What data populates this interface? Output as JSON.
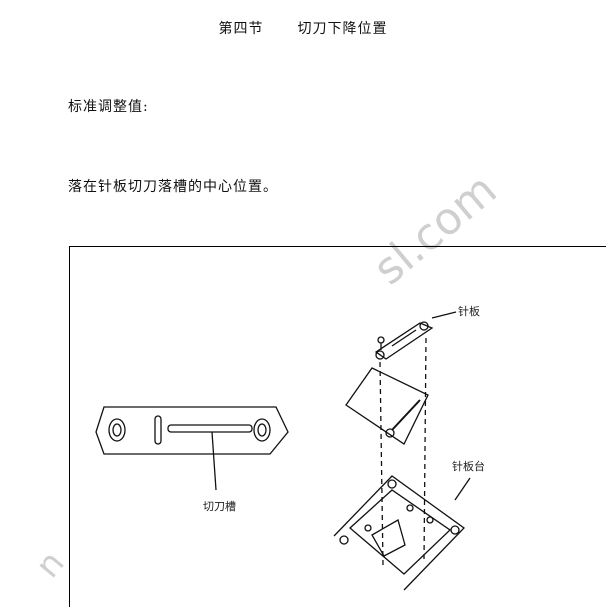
{
  "header": {
    "section": "第四节",
    "title": "切刀下降位置"
  },
  "content": {
    "standard_label": "标准调整值:",
    "description": "落在针板切刀落槽的中心位置。"
  },
  "figure": {
    "label_needle_plate": "针板",
    "label_needle_plate_base": "针板台",
    "label_knife_slot": "切刀槽"
  },
  "watermark": {
    "main": "sl.com",
    "fragment": "n"
  }
}
